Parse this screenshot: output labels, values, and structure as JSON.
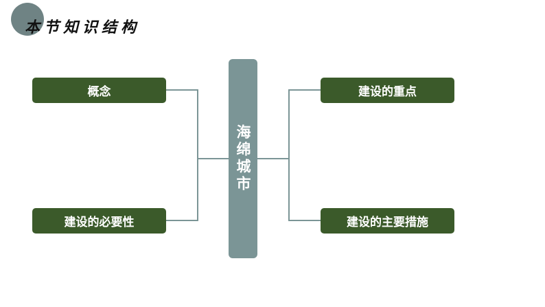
{
  "header": {
    "title": "本节知识结构"
  },
  "diagram": {
    "center": "海绵城市",
    "nodes": {
      "concept": "概念",
      "necessity": "建设的必要性",
      "focus": "建设的重点",
      "measures": "建设的主要措施"
    },
    "colors": {
      "node_fill": "#3b5a2a",
      "center_fill": "#7b9596",
      "connector": "#7b9596",
      "title_circle": "#6f8384"
    }
  }
}
